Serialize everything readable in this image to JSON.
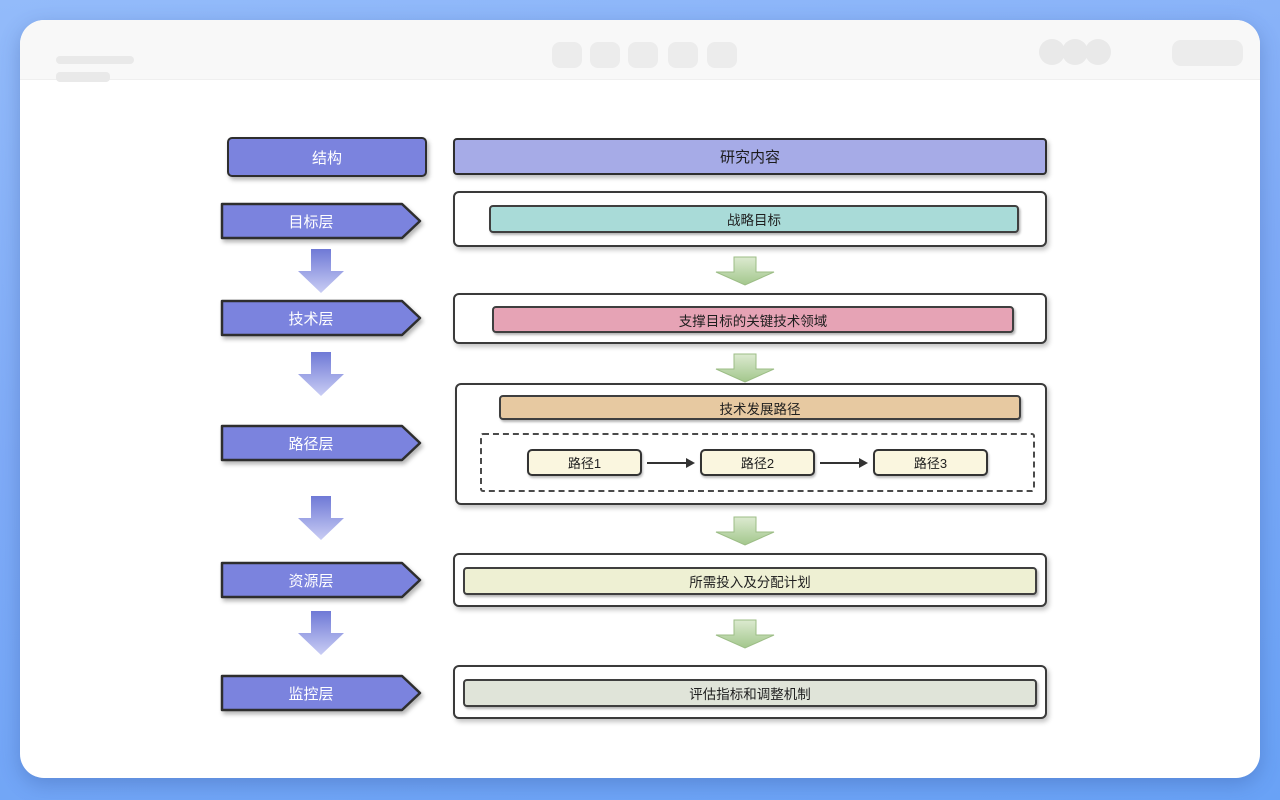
{
  "diagram": {
    "structure_label": "结构",
    "content_header": "研究内容",
    "rows": [
      {
        "layer": "目标层",
        "content": "战略目标"
      },
      {
        "layer": "技术层",
        "content": "支撑目标的关键技术领域"
      },
      {
        "layer": "路径层",
        "content": "技术发展路径",
        "paths": [
          "路径1",
          "路径2",
          "路径3"
        ]
      },
      {
        "layer": "资源层",
        "content": "所需投入及分配计划"
      },
      {
        "layer": "监控层",
        "content": "评估指标和调整机制"
      }
    ],
    "colors": {
      "frame_blue": "#7fabf7",
      "layer_purple": "#7b83de",
      "header_purple": "#a6abe7",
      "goal_teal": "#a9dbd8",
      "tech_pink": "#e6a3b5",
      "path_tan": "#e7c9a1",
      "path_node_cream": "#faf6df",
      "resource_green": "#eef0d3",
      "monitor_gray": "#e0e4d9",
      "down_arrow_purple": "#737cd7",
      "down_arrow_green": "#a9cb93"
    }
  }
}
